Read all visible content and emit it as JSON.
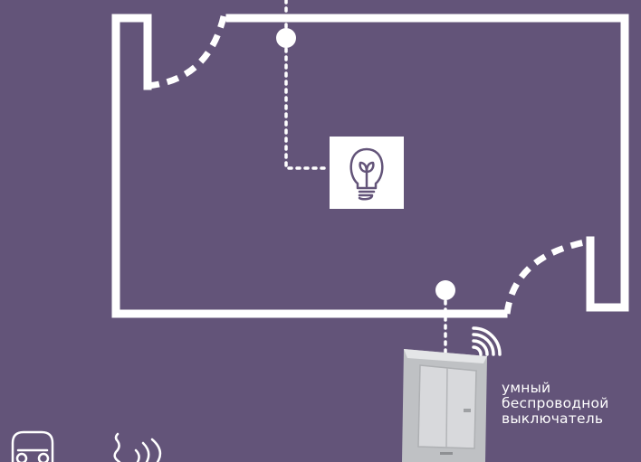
{
  "palette": {
    "background": "#635479",
    "line": "#ffffff",
    "switch_body": "#c7c9cc",
    "switch_plate": "#dcdde0"
  },
  "icons": [
    "lightbulb-icon",
    "wifi-signal-icon",
    "vacuum-robot-icon",
    "sound-waves-icon"
  ],
  "switch_label": {
    "line1": "умный",
    "line2": "беспроводной",
    "line3": "выключатель"
  }
}
